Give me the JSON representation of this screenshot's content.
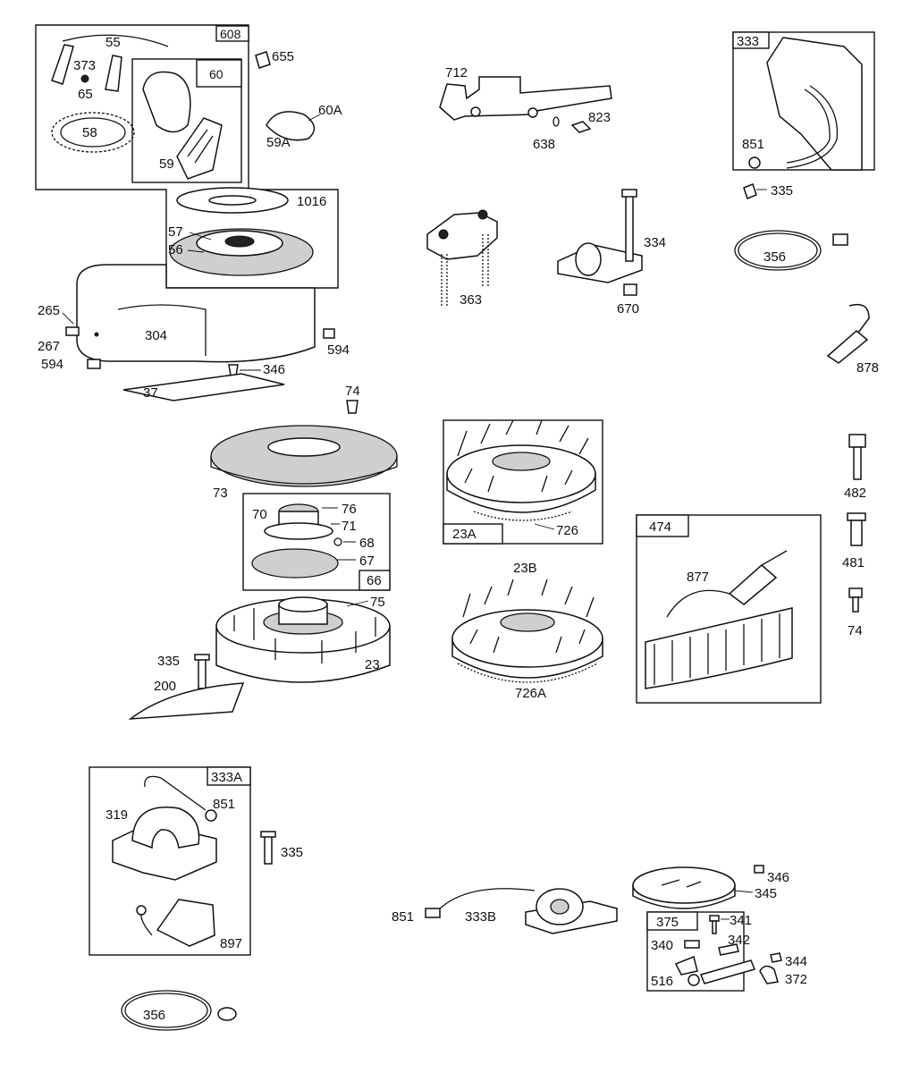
{
  "labels": {
    "l608": "608",
    "l55": "55",
    "l373": "373",
    "l65": "65",
    "l60": "60",
    "l58": "58",
    "l59": "59",
    "l655": "655",
    "l60a": "60A",
    "l59a": "59A",
    "l1016": "1016",
    "l57": "57",
    "l56": "56",
    "l265": "265",
    "l267": "267",
    "l304": "304",
    "l594a": "594",
    "l594b": "594",
    "l346a": "346",
    "l37": "37",
    "l712": "712",
    "l823": "823",
    "l638": "638",
    "l363": "363",
    "l334": "334",
    "l670": "670",
    "l333": "333",
    "l851a": "851",
    "l335a": "335",
    "l356a": "356",
    "l878": "878",
    "l74a": "74",
    "l73": "73",
    "l76": "76",
    "l70": "70",
    "l71": "71",
    "l68": "68",
    "l67": "67",
    "l66": "66",
    "l75": "75",
    "l335b": "335",
    "l23": "23",
    "l200": "200",
    "l23a": "23A",
    "l726": "726",
    "l23b": "23B",
    "l726a": "726A",
    "l474": "474",
    "l877": "877",
    "l482": "482",
    "l481": "481",
    "l74b": "74",
    "l333a": "333A",
    "l319": "319",
    "l851b": "851",
    "l897": "897",
    "l335c": "335",
    "l356b": "356",
    "l851c": "851",
    "l333b": "333B",
    "l346b": "346",
    "l345": "345",
    "l375": "375",
    "l341": "341",
    "l340": "340",
    "l342": "342",
    "l344": "344",
    "l516": "516",
    "l372": "372"
  }
}
